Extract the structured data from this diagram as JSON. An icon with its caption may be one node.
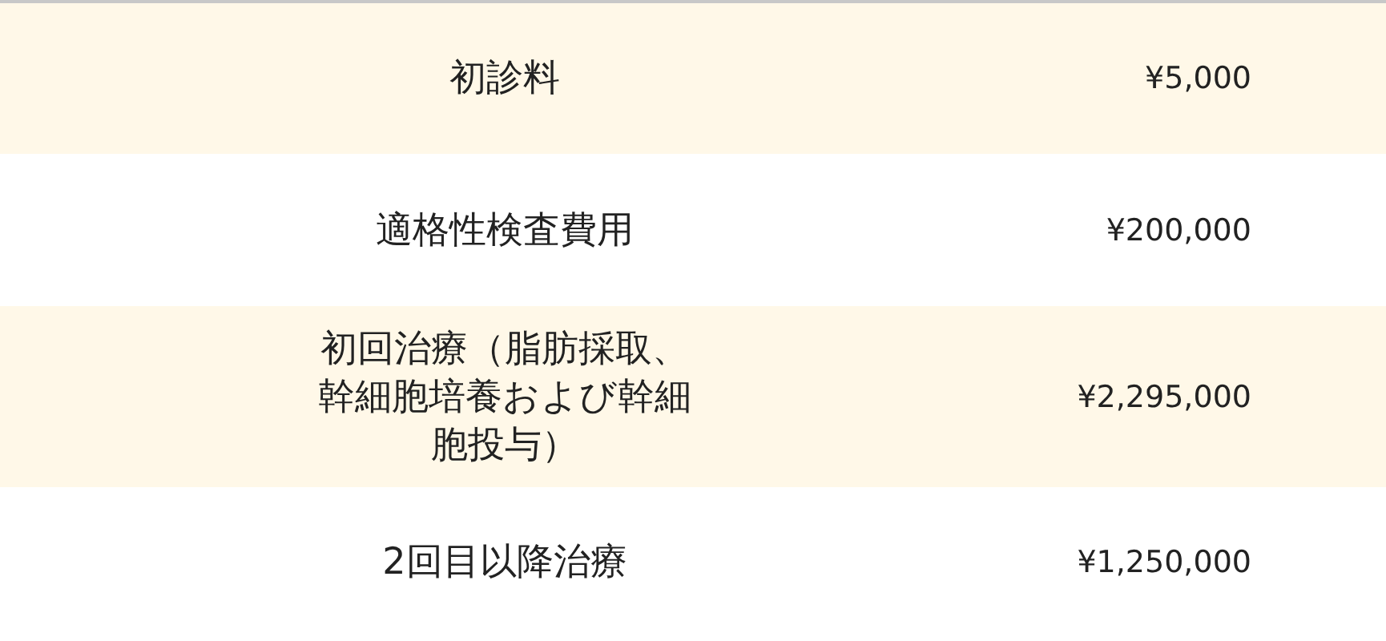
{
  "diagram": {
    "labels": [
      "初診料",
      "¥5,000",
      "適格性検査費用",
      "¥200,000",
      "初回治療（脂肪採取、幹細胞培養および幹細胞投与）",
      "¥2,295,000",
      "2回目以降治療",
      "¥1,250,000"
    ]
  }
}
